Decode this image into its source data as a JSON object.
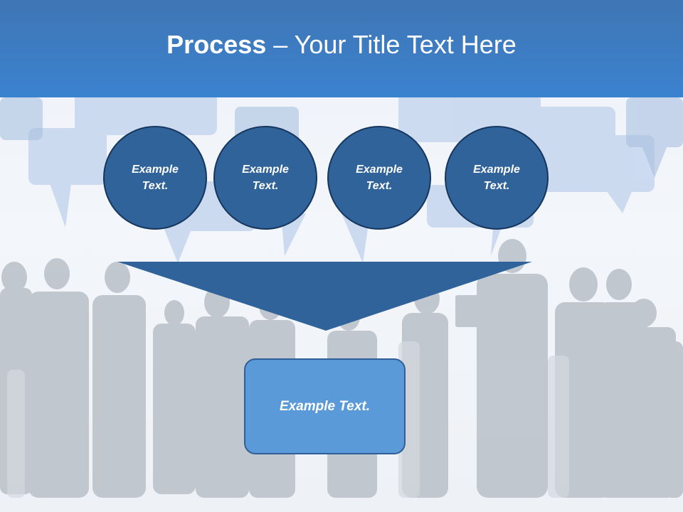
{
  "title": {
    "bold": "Process",
    "rest": " – Your Title Text Here"
  },
  "circles": [
    {
      "text": "Example Text."
    },
    {
      "text": "Example Text."
    },
    {
      "text": "Example Text."
    },
    {
      "text": "Example Text."
    }
  ],
  "result_box": {
    "text": "Example Text."
  },
  "colors": {
    "header": "#3b82cf",
    "circle_fill": "#2f6399",
    "funnel": "#2f6399",
    "box_fill": "#5b9ad8"
  }
}
